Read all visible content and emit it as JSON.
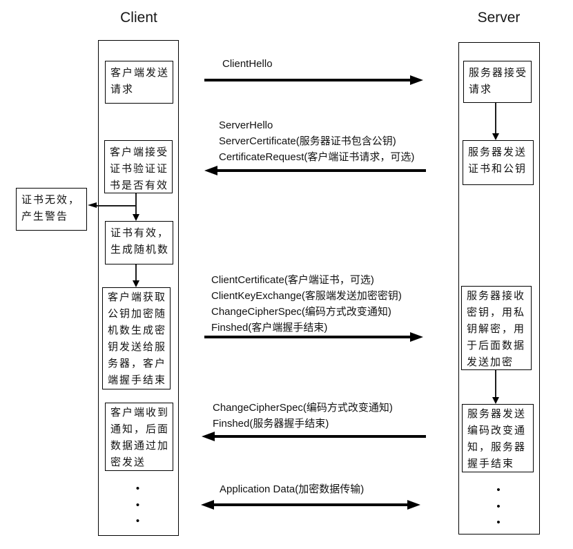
{
  "diagram": {
    "client": {
      "title": "Client",
      "steps": [
        "客户端发送\n请求",
        "客户端接受\n证书验证证\n书是否有效",
        "证书有效，\n生成随机数",
        "客户端获取\n公钥加密随\n机数生成密\n钥发送给服\n务器，客户\n端握手结束",
        "客户端收到\n通知，后面\n数据通过加\n密发送"
      ],
      "dots": "•\n•\n•"
    },
    "server": {
      "title": "Server",
      "steps": [
        "服务器接受\n请求",
        "服务器发送\n证书和公钥",
        "服务器接收\n密钥，用私\n钥解密，用\n于后面数据\n发送加密",
        "服务器发送\n编码改变通\n知，服务器\n握手结束"
      ],
      "dots": "•\n•\n•"
    },
    "warning": "证书无效，\n产生警告",
    "messages": [
      {
        "label": "ClientHello",
        "direction": "right"
      },
      {
        "label": "ServerHello\nServerCertificate(服务器证书包含公钥)\nCertificateRequest(客户端证书请求，可选)",
        "direction": "left"
      },
      {
        "label": "ClientCertificate(客户端证书，可选)\nClientKeyExchange(客服端发送加密密钥)\nChangeCipherSpec(编码方式改变通知)\nFinshed(客户端握手结束)",
        "direction": "right"
      },
      {
        "label": "ChangeCipherSpec(编码方式改变通知)\nFinshed(服务器握手结束)",
        "direction": "left"
      },
      {
        "label": "Application Data(加密数据传输)",
        "direction": "both"
      }
    ],
    "colors": {
      "line": "#000000",
      "background": "#ffffff"
    }
  }
}
